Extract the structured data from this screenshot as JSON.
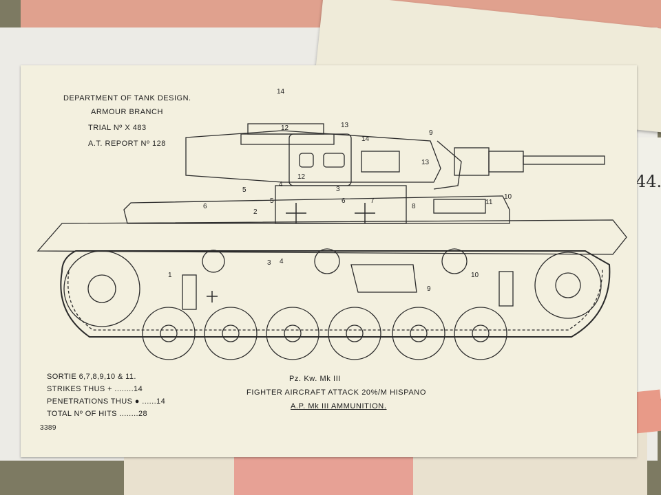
{
  "header": {
    "line1": "DEPARTMENT OF TANK DESIGN.",
    "line2": "ARMOUR BRANCH",
    "line3": "TRIAL Nº X 483",
    "line4": "A.T. REPORT Nº 128"
  },
  "legend": {
    "sortie": "SORTIE 6,7,8,9,10 & 11.",
    "strikes": "STRIKES THUS + ........14",
    "penetrations": "PENETRATIONS THUS ● ......14",
    "total": "TOTAL Nº OF HITS ........28"
  },
  "caption": {
    "line1": "Pz. Kw. Mk III",
    "line2": "FIGHTER AIRCRAFT ATTACK 20%/M HISPANO",
    "line3": "A.P. Mk III AMMUNITION."
  },
  "page_number": "3389",
  "side_annotation": "44.",
  "hit_numbers": [
    "14",
    "12",
    "13",
    "9",
    "14",
    "13",
    "12",
    "4",
    "5",
    "3",
    "6",
    "7",
    "8",
    "2",
    "5",
    "6",
    "11",
    "10",
    "1",
    "3",
    "4",
    "9",
    "10"
  ],
  "colors": {
    "paper": "#f3f0df",
    "ink": "#1c1c1c",
    "pink_folder": "#e0a18e",
    "desk": "#7d7a62"
  }
}
